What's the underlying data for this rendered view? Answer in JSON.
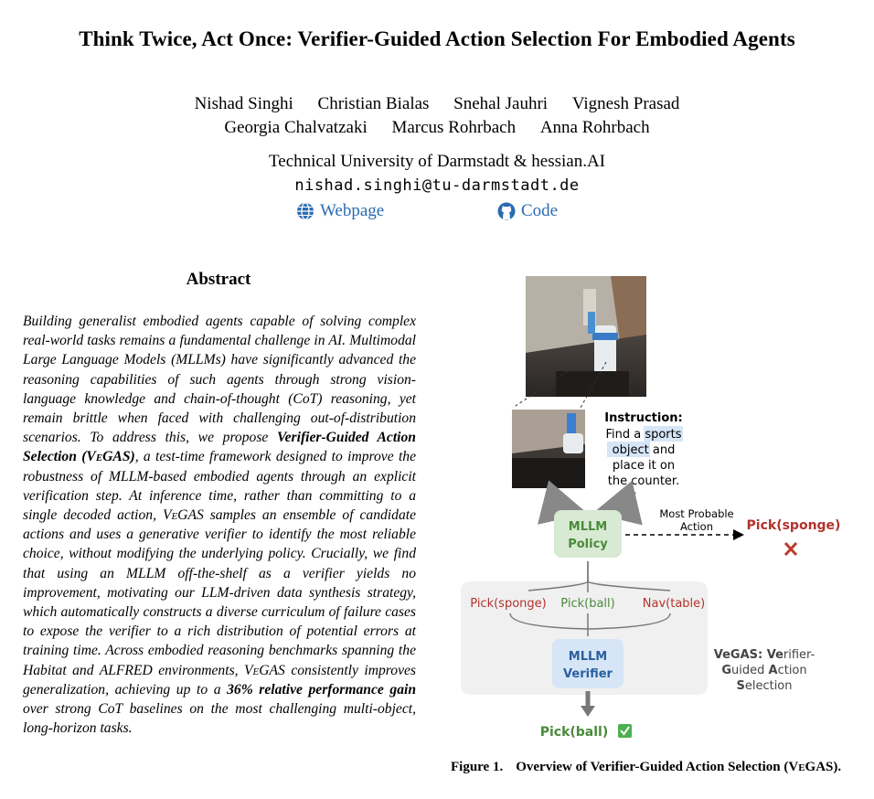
{
  "title": "Think Twice, Act Once: Verifier-Guided Action Selection For Embodied Agents",
  "authors_line1": [
    "Nishad Singhi",
    "Christian Bialas",
    "Snehal Jauhri",
    "Vignesh Prasad"
  ],
  "authors_line2": [
    "Georgia Chalvatzaki",
    "Marcus Rohrbach",
    "Anna Rohrbach"
  ],
  "affiliation": "Technical University of Darmstadt & hessian.AI",
  "email": "nishad.singhi@tu-darmstadt.de",
  "links": {
    "webpage": "Webpage",
    "code": "Code",
    "webpage_icon": "globe-icon",
    "code_icon": "github-icon"
  },
  "abstract": {
    "heading": "Abstract",
    "p1": "Building generalist embodied agents capable of solving complex real-world tasks remains a fundamental challenge in AI. Multimodal Large Language Models (MLLMs) have significantly advanced the reasoning capabilities of such agents through strong vision-language knowledge and chain-of-thought (CoT) reasoning, yet remain brittle when faced with challenging out-of-distribution scenarios. To address this, we propose ",
    "bold1": "Verifier-Guided Action Selection (",
    "vegas": "VeGAS",
    "bold1_end": ")",
    "p2": ", a test-time framework designed to improve the robustness of MLLM-based embodied agents through an explicit verification step. At inference time, rather than committing to a single decoded action, ",
    "p3": " samples an ensemble of candidate actions and uses a generative verifier to identify the most reliable choice, without modifying the underlying policy. Crucially, we find that using an MLLM off-the-shelf as a verifier yields no improvement, motivating our LLM-driven data synthesis strategy, which automatically constructs a diverse curriculum of failure cases to expose the verifier to a rich distribution of potential errors at training time. Across embodied reasoning benchmarks spanning the Habitat and ALFRED environments, ",
    "p4": " consistently improves generalization, achieving up to a ",
    "bold2": "36% relative performance gain",
    "p5": " over strong CoT baselines on the most challenging multi-object, long-horizon tasks."
  },
  "figure": {
    "instruction_label": "Instruction:",
    "instruction_lines": [
      "Find a ",
      "sports",
      "object",
      " and",
      "place it on",
      "the counter."
    ],
    "policy_lines": [
      "MLLM",
      "Policy"
    ],
    "most_probable": [
      "Most Probable",
      "Action"
    ],
    "wrong_action": "Pick(sponge)",
    "candidates": [
      "Pick(sponge)",
      "Pick(ball)",
      "Nav(table)"
    ],
    "verifier_lines": [
      "MLLM",
      "Verifier"
    ],
    "vegas_label": [
      "VeGAS: ",
      "Ve",
      "rifier-",
      "G",
      "uided ",
      "A",
      "ction",
      "S",
      "election"
    ],
    "final_action": "Pick(ball)",
    "colors": {
      "green_box": "#d8ead3",
      "green_text": "#4a8a3a",
      "blue_box": "#d6e6f7",
      "blue_text": "#2a5f9e",
      "red": "#b3322b",
      "gray_bg": "#f0f0f0"
    }
  },
  "caption": {
    "label": "Figure 1.",
    "text": "Overview of Verifier-Guided Action Selection (",
    "vegas": "VeGAS",
    "end": ")."
  }
}
